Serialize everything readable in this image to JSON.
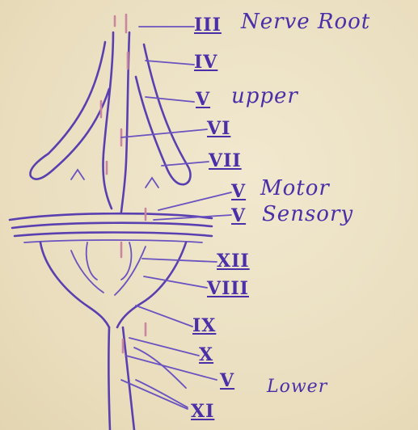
{
  "labels": {
    "III": "III",
    "nerve_root": "Nerve Root",
    "IV": "IV",
    "V_upper_num": "V",
    "upper": "upper",
    "VI": "VI",
    "VII": "VII",
    "V_motor_num": "V",
    "motor": "Motor",
    "V_sensory_num": "V",
    "sensory": "Sensory",
    "XII": "XII",
    "VIII": "VIII",
    "IX": "IX",
    "X": "X",
    "V_lower_num": "V",
    "lower": "Lower",
    "XI": "XI"
  },
  "colors": {
    "ink": "#5a3fb0",
    "pencil_pink": "#c9869e",
    "paper": "#ece2c6"
  }
}
